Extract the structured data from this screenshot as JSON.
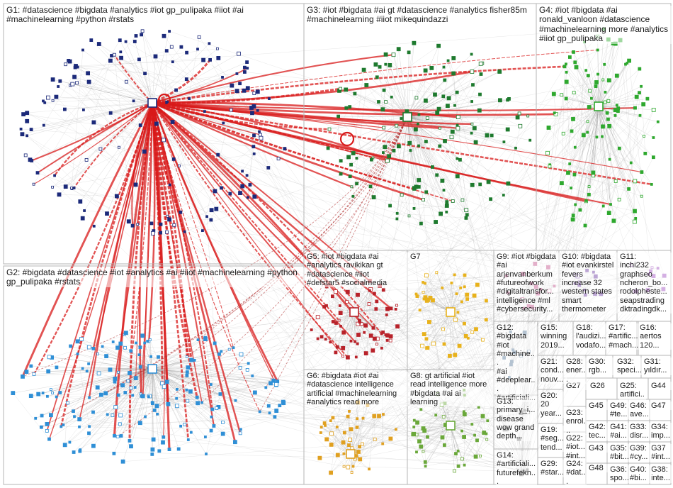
{
  "colors": {
    "g1": "#1c2a7a",
    "g2": "#2f8fd6",
    "g3": "#1e7a2e",
    "g4": "#2ea82e",
    "g5": "#b8222a",
    "g6": "#e0a020",
    "g7": "#e8b21c",
    "g8": "#6aa83a",
    "g9": "#c0508a",
    "g10": "#6a3aa0",
    "g11": "#a050c0",
    "edge": "#8a8a8a",
    "hub_edge": "#d81a1a",
    "border": "#b5b5b5"
  },
  "groups": [
    {
      "id": "G1",
      "label": "G1: #datascience #bigdata #analytics #iot gp_pulipaka #iiot #ai\n#machinelearning #python #rstats",
      "color": "#1c2a7a",
      "node_count": 160
    },
    {
      "id": "G2",
      "label": "G2: #bigdata #datascience #iot #analytics #ai #iiot #machinelearning #python\ngp_pulipaka #rstats",
      "color": "#2f8fd6",
      "node_count": 190
    },
    {
      "id": "G3",
      "label": "G3: #iot #bigdata #ai gt #datascience #analytics fisher85m\n#machinelearning #iiot mikequindazzi",
      "color": "#1e7a2e",
      "node_count": 150
    },
    {
      "id": "G4",
      "label": "G4: #iot #bigdata #ai\nronald_vanloon #datascience\n#machinelearning more #analytics\n#iiot gp_pulipaka",
      "color": "#2ea82e",
      "node_count": 110
    },
    {
      "id": "G5",
      "label": "G5: #iot #bigdata #ai\n#analytics ravikikan gt\n#datascience #iiot\n#defstar5 #socialmedia",
      "color": "#b8222a",
      "node_count": 70
    },
    {
      "id": "G6",
      "label": "G6: #bigdata #iot #ai\n#datascience intelligence\nartificial #machinelearning\n#analytics read more",
      "color": "#e0a020",
      "node_count": 45
    },
    {
      "id": "G7",
      "label": "G7",
      "color": "#e8b21c",
      "node_count": 50
    },
    {
      "id": "G8",
      "label": "G8: gt artificial #iot\nread intelligence more\n#bigdata #ai ai\nlearning",
      "color": "#6aa83a",
      "node_count": 48
    },
    {
      "id": "G9",
      "label": "G9: #iot #bigdata\n#ai\narjenvanberkum\n#futureofwork\n#digitaltransfor...\nintelligence #ml\n#cybersecurity...",
      "color": "#c0508a",
      "node_count": 16
    },
    {
      "id": "G10",
      "label": "G10: #bigdata\n#iot evankirstel\nfevers\nincrease 32\nwestern states\nsmart\nthermometer",
      "color": "#6a3aa0",
      "node_count": 12
    },
    {
      "id": "G11",
      "label": "G11:\ninchi232\ngraphseo\nncheron_bo...\nrodolpheste...\nseapstrading\ndktradingdk...",
      "color": "#a050c0",
      "node_count": 10
    },
    {
      "id": "G12",
      "label": "G12:\n#bigdata\n#iot\n#machine...\n#ai\n#deeplear...\n#artificiali...",
      "color": "#5a7a9a",
      "node_count": 10
    },
    {
      "id": "G13",
      "label": "G13:\nprimary_i...\ndisease\nwow grand\ndepth...",
      "color": "#7a7a7a",
      "node_count": 6
    },
    {
      "id": "G14",
      "label": "G14:\n#artificiali...\nfuturefekn...",
      "color": "#7a7a7a",
      "node_count": 5
    },
    {
      "id": "G15",
      "label": "G15:\nwinning\n2019...",
      "color": "#7a7a7a",
      "node_count": 4
    },
    {
      "id": "G16",
      "label": "G16:\naertos\n120...",
      "color": "#7a7a7a",
      "node_count": 3
    },
    {
      "id": "G17",
      "label": "G17:\n#artific...\n#mach...",
      "color": "#7a7a7a",
      "node_count": 3
    },
    {
      "id": "G18",
      "label": "G18:\nl'audizi...\nvodafo...",
      "color": "#7a7a7a",
      "node_count": 3
    },
    {
      "id": "G19",
      "label": "G19:\n#seg...\ntend...",
      "color": "#7a7a7a",
      "node_count": 3
    },
    {
      "id": "G20",
      "label": "G20:\n20\nyear...",
      "color": "#7a7a7a",
      "node_count": 3
    },
    {
      "id": "G21",
      "label": "G21:\ncond...\nnouv...",
      "color": "#7a7a7a",
      "node_count": 3
    },
    {
      "id": "G22",
      "label": "G22:\n#iot...\n#int...",
      "color": "#7a7a7a",
      "node_count": 3
    },
    {
      "id": "G23",
      "label": "G23:\nenrol...",
      "color": "#7a7a7a",
      "node_count": 3
    },
    {
      "id": "G24",
      "label": "G24:\n#dat...",
      "color": "#7a7a7a",
      "node_count": 2
    },
    {
      "id": "G25",
      "label": "G25:\nartifici...",
      "color": "#7a7a7a",
      "node_count": 2
    },
    {
      "id": "G26",
      "label": "G26",
      "color": "#7a7a7a",
      "node_count": 2
    },
    {
      "id": "G27",
      "label": "G27",
      "color": "#7a7a7a",
      "node_count": 2
    },
    {
      "id": "G28",
      "label": "G28:\nener...",
      "color": "#7a7a7a",
      "node_count": 2
    },
    {
      "id": "G29",
      "label": "G29:\n#star...",
      "color": "#7a7a7a",
      "node_count": 2
    },
    {
      "id": "G30",
      "label": "G30:\nrgb...",
      "color": "#7a7a7a",
      "node_count": 2
    },
    {
      "id": "G31",
      "label": "G31:\nyıldır...",
      "color": "#7a7a7a",
      "node_count": 2
    },
    {
      "id": "G32",
      "label": "G32:\nspeci...",
      "color": "#7a7a7a",
      "node_count": 2
    },
    {
      "id": "G33",
      "label": "G33:\ndisr...",
      "color": "#7a7a7a",
      "node_count": 2
    },
    {
      "id": "G34",
      "label": "G34:\nimp...",
      "color": "#7a7a7a",
      "node_count": 2
    },
    {
      "id": "G35",
      "label": "G35:\n#bit...",
      "color": "#7a7a7a",
      "node_count": 2
    },
    {
      "id": "G36",
      "label": "G36:\nspo...",
      "color": "#7a7a7a",
      "node_count": 2
    },
    {
      "id": "G37",
      "label": "G37\n#int...",
      "color": "#7a7a7a",
      "node_count": 2
    },
    {
      "id": "G38",
      "label": "G38:\ninte...",
      "color": "#7a7a7a",
      "node_count": 2
    },
    {
      "id": "G39",
      "label": "G39:\n#cy...",
      "color": "#7a7a7a",
      "node_count": 2
    },
    {
      "id": "G40",
      "label": "G40:\n#bi...",
      "color": "#7a7a7a",
      "node_count": 2
    },
    {
      "id": "G41",
      "label": "G41:\n#ai...",
      "color": "#7a7a7a",
      "node_count": 2
    },
    {
      "id": "G42",
      "label": "G42:\ntec...",
      "color": "#7a7a7a",
      "node_count": 2
    },
    {
      "id": "G43",
      "label": "G43",
      "color": "#7a7a7a",
      "node_count": 2
    },
    {
      "id": "G44",
      "label": "G44",
      "color": "#7a7a7a",
      "node_count": 2
    },
    {
      "id": "G45",
      "label": "G45",
      "color": "#7a7a7a",
      "node_count": 2
    },
    {
      "id": "G46",
      "label": "G46:\nave...",
      "color": "#7a7a7a",
      "node_count": 2
    },
    {
      "id": "G47",
      "label": "G47",
      "color": "#7a7a7a",
      "node_count": 2
    },
    {
      "id": "G48",
      "label": "G48",
      "color": "#7a7a7a",
      "node_count": 2
    },
    {
      "id": "G49",
      "label": "G49:\n#te...",
      "color": "#7a7a7a",
      "node_count": 2
    }
  ]
}
